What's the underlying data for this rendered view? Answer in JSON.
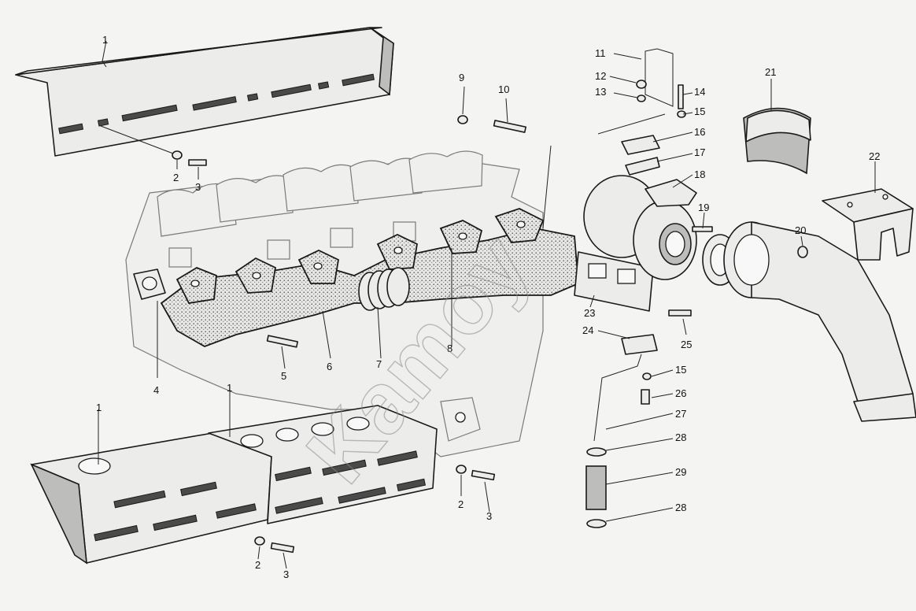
{
  "labels": {
    "l1_top": "1",
    "l1_bottom_left": "1",
    "l1_bottom_mid": "1",
    "l2_top": "2",
    "l2_bottom_right": "2",
    "l2_bottom": "2",
    "l3_top": "3",
    "l3_bottom_right": "3",
    "l3_bottom": "3",
    "l4": "4",
    "l5": "5",
    "l6": "6",
    "l7": "7",
    "l8": "8",
    "l9": "9",
    "l10": "10",
    "l11": "11",
    "l12": "12",
    "l13": "13",
    "l14": "14",
    "l15_top": "15",
    "l15_mid": "15",
    "l16": "16",
    "l17": "17",
    "l18": "18",
    "l19": "19",
    "l20": "20",
    "l21": "21",
    "l22": "22",
    "l23": "23",
    "l24": "24",
    "l25": "25",
    "l26": "26",
    "l27": "27",
    "l28_top": "28",
    "l28_bottom": "28",
    "l29": "29"
  },
  "watermark": "Kamoy"
}
